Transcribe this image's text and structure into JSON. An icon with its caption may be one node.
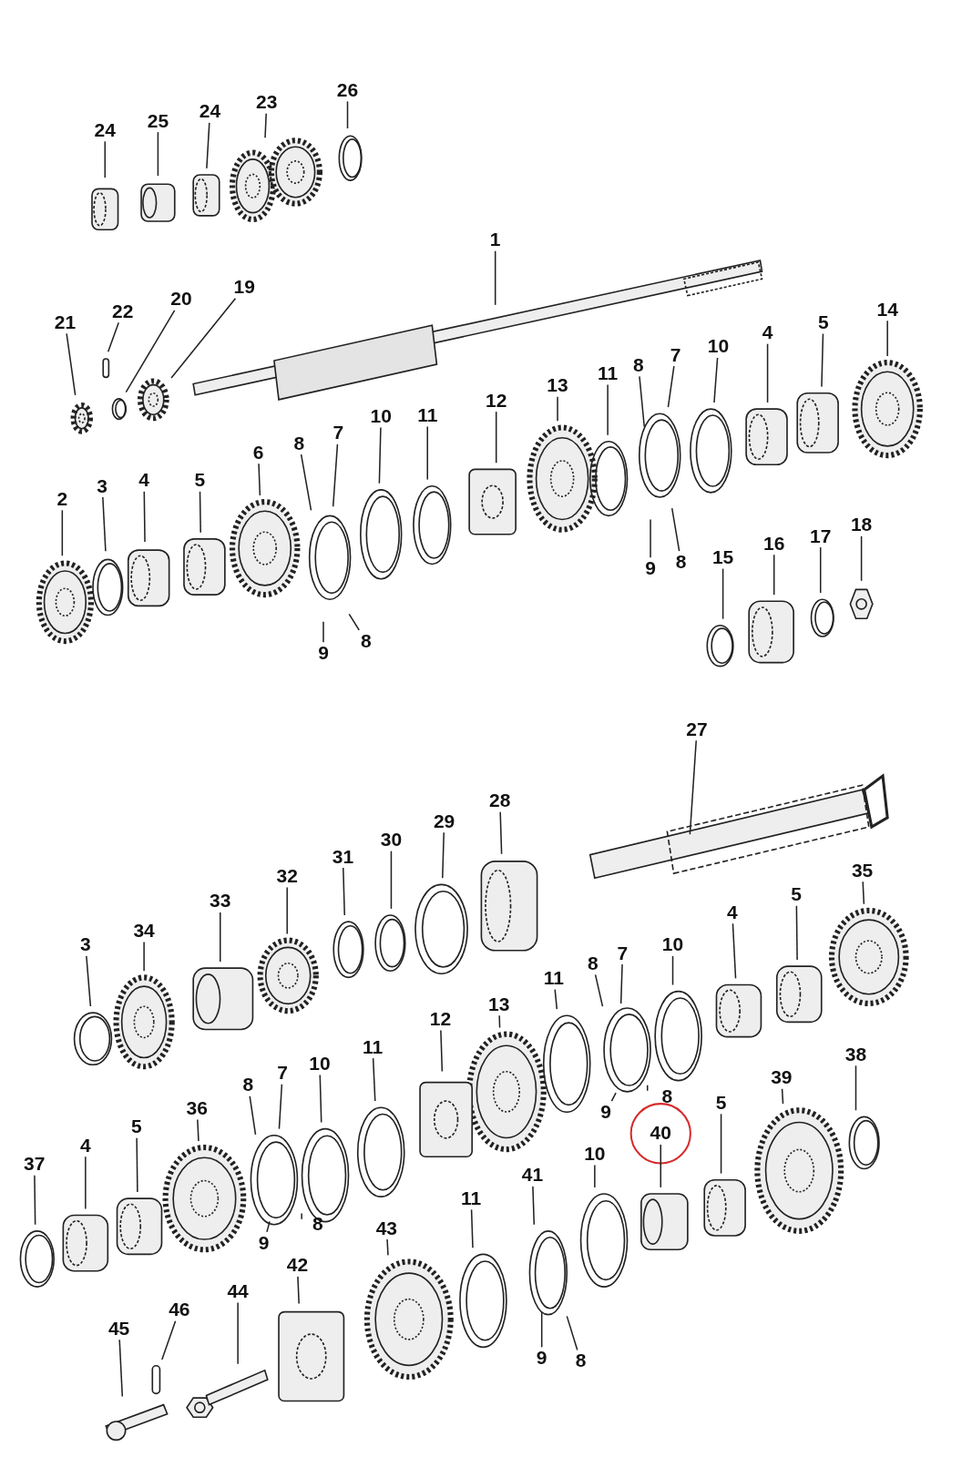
{
  "diagram": {
    "nodes": [
      {
        "text": [
          "24"
        ]
      },
      {
        "text": [
          "25"
        ]
      },
      {
        "text": [
          "24"
        ]
      },
      {
        "text": [
          "23"
        ]
      },
      {
        "text": [
          "26"
        ]
      },
      {
        "text": [
          "1"
        ]
      },
      {
        "text": [
          "21"
        ]
      },
      {
        "text": [
          "22"
        ]
      },
      {
        "text": [
          "20"
        ]
      },
      {
        "text": [
          "19"
        ]
      },
      {
        "text": [
          "2"
        ]
      },
      {
        "text": [
          "3"
        ]
      },
      {
        "text": [
          "4"
        ]
      },
      {
        "text": [
          "5"
        ]
      },
      {
        "text": [
          "6"
        ]
      },
      {
        "text": [
          "8"
        ]
      },
      {
        "text": [
          "7"
        ]
      },
      {
        "text": [
          "10"
        ]
      },
      {
        "text": [
          "11"
        ]
      },
      {
        "text": [
          "12"
        ]
      },
      {
        "text": [
          "13"
        ]
      },
      {
        "text": [
          "11"
        ]
      },
      {
        "text": [
          "8"
        ]
      },
      {
        "text": [
          "7"
        ]
      },
      {
        "text": [
          "10"
        ]
      },
      {
        "text": [
          "4"
        ]
      },
      {
        "text": [
          "5"
        ]
      },
      {
        "text": [
          "14"
        ]
      },
      {
        "text": [
          "9"
        ]
      },
      {
        "text": [
          "8"
        ]
      },
      {
        "text": [
          "9"
        ]
      },
      {
        "text": [
          "8"
        ]
      },
      {
        "text": [
          "15"
        ]
      },
      {
        "text": [
          "16"
        ]
      },
      {
        "text": [
          "17"
        ]
      },
      {
        "text": [
          "18"
        ]
      },
      {
        "text": [
          "27"
        ]
      },
      {
        "text": [
          "28"
        ]
      },
      {
        "text": [
          "29"
        ]
      },
      {
        "text": [
          "30"
        ]
      },
      {
        "text": [
          "31"
        ]
      },
      {
        "text": [
          "32"
        ]
      },
      {
        "text": [
          "33"
        ]
      },
      {
        "text": [
          "34"
        ]
      },
      {
        "text": [
          "3"
        ]
      },
      {
        "text": [
          "35"
        ]
      },
      {
        "text": [
          "5"
        ]
      },
      {
        "text": [
          "4"
        ]
      },
      {
        "text": [
          "10"
        ]
      },
      {
        "text": [
          "7"
        ]
      },
      {
        "text": [
          "8"
        ]
      },
      {
        "text": [
          "11"
        ]
      },
      {
        "text": [
          "13"
        ]
      },
      {
        "text": [
          "12"
        ]
      },
      {
        "text": [
          "11"
        ]
      },
      {
        "text": [
          "10"
        ]
      },
      {
        "text": [
          "7"
        ]
      },
      {
        "text": [
          "8"
        ]
      },
      {
        "text": [
          "36"
        ]
      },
      {
        "text": [
          "5"
        ]
      },
      {
        "text": [
          "4"
        ]
      },
      {
        "text": [
          "37"
        ]
      },
      {
        "text": [
          "9"
        ]
      },
      {
        "text": [
          "8"
        ]
      },
      {
        "text": [
          "9"
        ]
      },
      {
        "text": [
          "8"
        ]
      },
      {
        "text": [
          "40"
        ]
      },
      {
        "text": [
          "10"
        ]
      },
      {
        "text": [
          "5"
        ]
      },
      {
        "text": [
          "39"
        ]
      },
      {
        "text": [
          "38"
        ]
      },
      {
        "text": [
          "41"
        ]
      },
      {
        "text": [
          "11"
        ]
      },
      {
        "text": [
          "43"
        ]
      },
      {
        "text": [
          "42"
        ]
      },
      {
        "text": [
          "44"
        ]
      },
      {
        "text": [
          "46"
        ]
      },
      {
        "text": [
          "45"
        ]
      },
      {
        "text": [
          "9"
        ]
      },
      {
        "text": [
          "8"
        ]
      }
    ],
    "edges": [
      {
        "from": 0,
        "to": null,
        "arrow": "none"
      },
      {
        "from": 1,
        "to": null,
        "arrow": "none"
      },
      {
        "from": 2,
        "to": null,
        "arrow": "none"
      },
      {
        "from": 3,
        "to": null,
        "arrow": "none"
      },
      {
        "from": 4,
        "to": null,
        "arrow": "none"
      },
      {
        "from": 5,
        "to": null,
        "arrow": "none"
      },
      {
        "from": 6,
        "to": null,
        "arrow": "none"
      },
      {
        "from": 7,
        "to": null,
        "arrow": "none"
      },
      {
        "from": 8,
        "to": null,
        "arrow": "none"
      },
      {
        "from": 9,
        "to": null,
        "arrow": "none"
      },
      {
        "from": 10,
        "to": null,
        "arrow": "none"
      },
      {
        "from": 11,
        "to": null,
        "arrow": "none"
      },
      {
        "from": 12,
        "to": null,
        "arrow": "none"
      },
      {
        "from": 13,
        "to": null,
        "arrow": "none"
      },
      {
        "from": 14,
        "to": null,
        "arrow": "none"
      },
      {
        "from": 15,
        "to": null,
        "arrow": "none"
      },
      {
        "from": 16,
        "to": null,
        "arrow": "none"
      },
      {
        "from": 17,
        "to": null,
        "arrow": "none"
      },
      {
        "from": 18,
        "to": null,
        "arrow": "none"
      },
      {
        "from": 19,
        "to": null,
        "arrow": "none"
      },
      {
        "from": 20,
        "to": null,
        "arrow": "none"
      },
      {
        "from": 21,
        "to": null,
        "arrow": "none"
      },
      {
        "from": 22,
        "to": null,
        "arrow": "none"
      },
      {
        "from": 23,
        "to": null,
        "arrow": "none"
      },
      {
        "from": 24,
        "to": null,
        "arrow": "none"
      },
      {
        "from": 25,
        "to": null,
        "arrow": "none"
      },
      {
        "from": 26,
        "to": null,
        "arrow": "none"
      },
      {
        "from": 27,
        "to": null,
        "arrow": "none"
      },
      {
        "from": 28,
        "to": null,
        "arrow": "none"
      },
      {
        "from": 29,
        "to": null,
        "arrow": "none"
      },
      {
        "from": 30,
        "to": null,
        "arrow": "none"
      },
      {
        "from": 31,
        "to": null,
        "arrow": "none"
      },
      {
        "from": 32,
        "to": null,
        "arrow": "none"
      },
      {
        "from": 33,
        "to": null,
        "arrow": "none"
      },
      {
        "from": 34,
        "to": null,
        "arrow": "none"
      },
      {
        "from": 35,
        "to": null,
        "arrow": "none"
      },
      {
        "from": 36,
        "to": null,
        "arrow": "none"
      },
      {
        "from": 37,
        "to": null,
        "arrow": "none"
      },
      {
        "from": 38,
        "to": null,
        "arrow": "none"
      },
      {
        "from": 39,
        "to": null,
        "arrow": "none"
      },
      {
        "from": 40,
        "to": null,
        "arrow": "none"
      },
      {
        "from": 41,
        "to": null,
        "arrow": "none"
      },
      {
        "from": 42,
        "to": null,
        "arrow": "none"
      },
      {
        "from": 43,
        "to": null,
        "arrow": "none"
      },
      {
        "from": 44,
        "to": null,
        "arrow": "none"
      },
      {
        "from": 45,
        "to": null,
        "arrow": "none"
      },
      {
        "from": 46,
        "to": null,
        "arrow": "none"
      },
      {
        "from": 47,
        "to": null,
        "arrow": "none"
      },
      {
        "from": 48,
        "to": null,
        "arrow": "none"
      },
      {
        "from": 49,
        "to": null,
        "arrow": "none"
      },
      {
        "from": 50,
        "to": null,
        "arrow": "none"
      },
      {
        "from": 51,
        "to": null,
        "arrow": "none"
      },
      {
        "from": 52,
        "to": null,
        "arrow": "none"
      },
      {
        "from": 53,
        "to": null,
        "arrow": "none"
      },
      {
        "from": 54,
        "to": null,
        "arrow": "none"
      },
      {
        "from": 55,
        "to": null,
        "arrow": "none"
      },
      {
        "from": 56,
        "to": null,
        "arrow": "none"
      },
      {
        "from": 57,
        "to": null,
        "arrow": "none"
      },
      {
        "from": 58,
        "to": null,
        "arrow": "none"
      },
      {
        "from": 59,
        "to": null,
        "arrow": "none"
      },
      {
        "from": 60,
        "to": null,
        "arrow": "none"
      },
      {
        "from": 61,
        "to": null,
        "arrow": "none"
      },
      {
        "from": 62,
        "to": null,
        "arrow": "none"
      },
      {
        "from": 63,
        "to": null,
        "arrow": "none"
      },
      {
        "from": 64,
        "to": null,
        "arrow": "none"
      },
      {
        "from": 65,
        "to": null,
        "arrow": "none"
      },
      {
        "from": 66,
        "to": null,
        "arrow": "none"
      },
      {
        "from": 67,
        "to": null,
        "arrow": "none"
      },
      {
        "from": 68,
        "to": null,
        "arrow": "none"
      },
      {
        "from": 69,
        "to": null,
        "arrow": "none"
      },
      {
        "from": 70,
        "to": null,
        "arrow": "none"
      },
      {
        "from": 71,
        "to": null,
        "arrow": "none"
      },
      {
        "from": 72,
        "to": null,
        "arrow": "none"
      },
      {
        "from": 73,
        "to": null,
        "arrow": "none"
      },
      {
        "from": 74,
        "to": null,
        "arrow": "none"
      },
      {
        "from": 75,
        "to": null,
        "arrow": "none"
      },
      {
        "from": 76,
        "to": null,
        "arrow": "none"
      },
      {
        "from": 77,
        "to": null,
        "arrow": "none"
      },
      {
        "from": 78,
        "to": null,
        "arrow": "none"
      },
      {
        "from": 79,
        "to": null,
        "arrow": "none"
      }
    ]
  }
}
